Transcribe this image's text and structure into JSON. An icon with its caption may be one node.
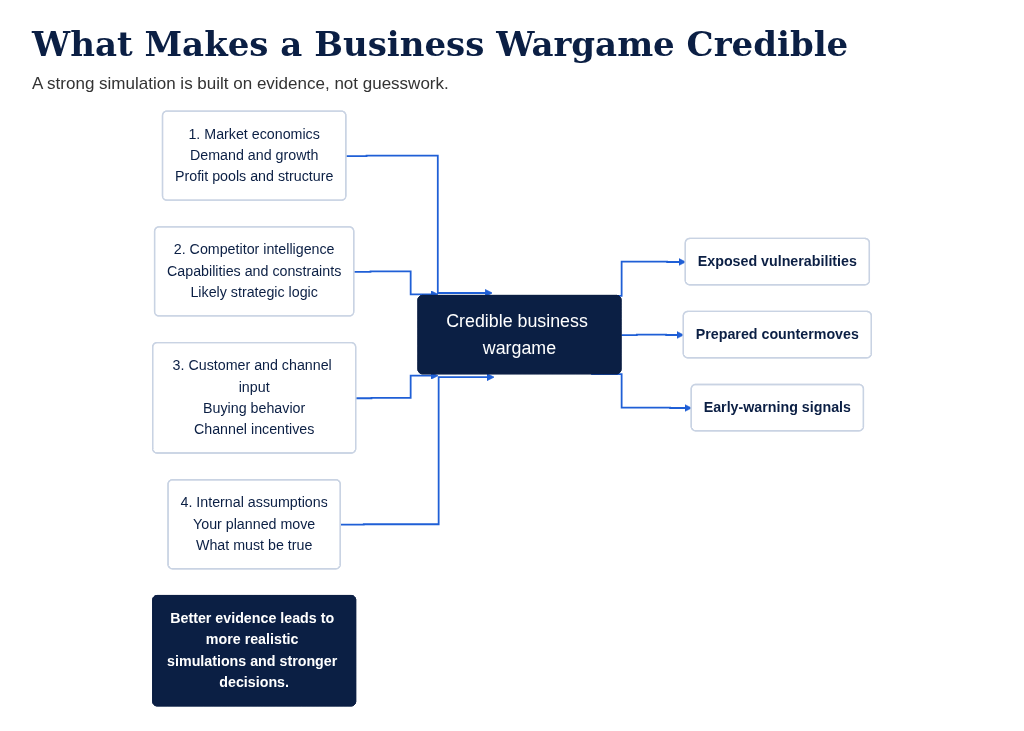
{
  "diagram": {
    "title": "What Makes a Business Wargame Credible",
    "nodes": [
      {
        "text": [
          "1. Market economics",
          "Demand and growth",
          "Profit pools and structure"
        ]
      },
      {
        "text": [
          "2. Competitor intelligence",
          "Capabilities and constraints",
          "Likely strategic logic"
        ]
      },
      {
        "text": [
          "3. Customer and channel input",
          "Buying behavior",
          "Channel incentives"
        ]
      },
      {
        "text": [
          "4. Internal assumptions",
          "Your planned move",
          "What must be true"
        ]
      },
      {
        "text": [
          "Credible business wargame"
        ]
      },
      {
        "text": [
          "Exposed vulnerabilities"
        ]
      },
      {
        "text": [
          "Prepared countermoves"
        ]
      },
      {
        "text": [
          "Early-warning signals"
        ]
      },
      {
        "text": [
          "Better evidence leads to more realistic simulations and stronger decisions."
        ]
      }
    ],
    "edges": [
      {
        "from": 0,
        "to": 4,
        "arrow": "to"
      },
      {
        "from": 1,
        "to": 4,
        "arrow": "to"
      },
      {
        "from": 2,
        "to": 4,
        "arrow": "to"
      },
      {
        "from": 3,
        "to": 4,
        "arrow": "to"
      },
      {
        "from": 4,
        "to": 5,
        "arrow": "to"
      },
      {
        "from": 4,
        "to": 6,
        "arrow": "to"
      },
      {
        "from": 4,
        "to": 7,
        "arrow": "to"
      }
    ],
    "labels": [
      "A strong simulation is built on evidence, not guesswork."
    ]
  }
}
